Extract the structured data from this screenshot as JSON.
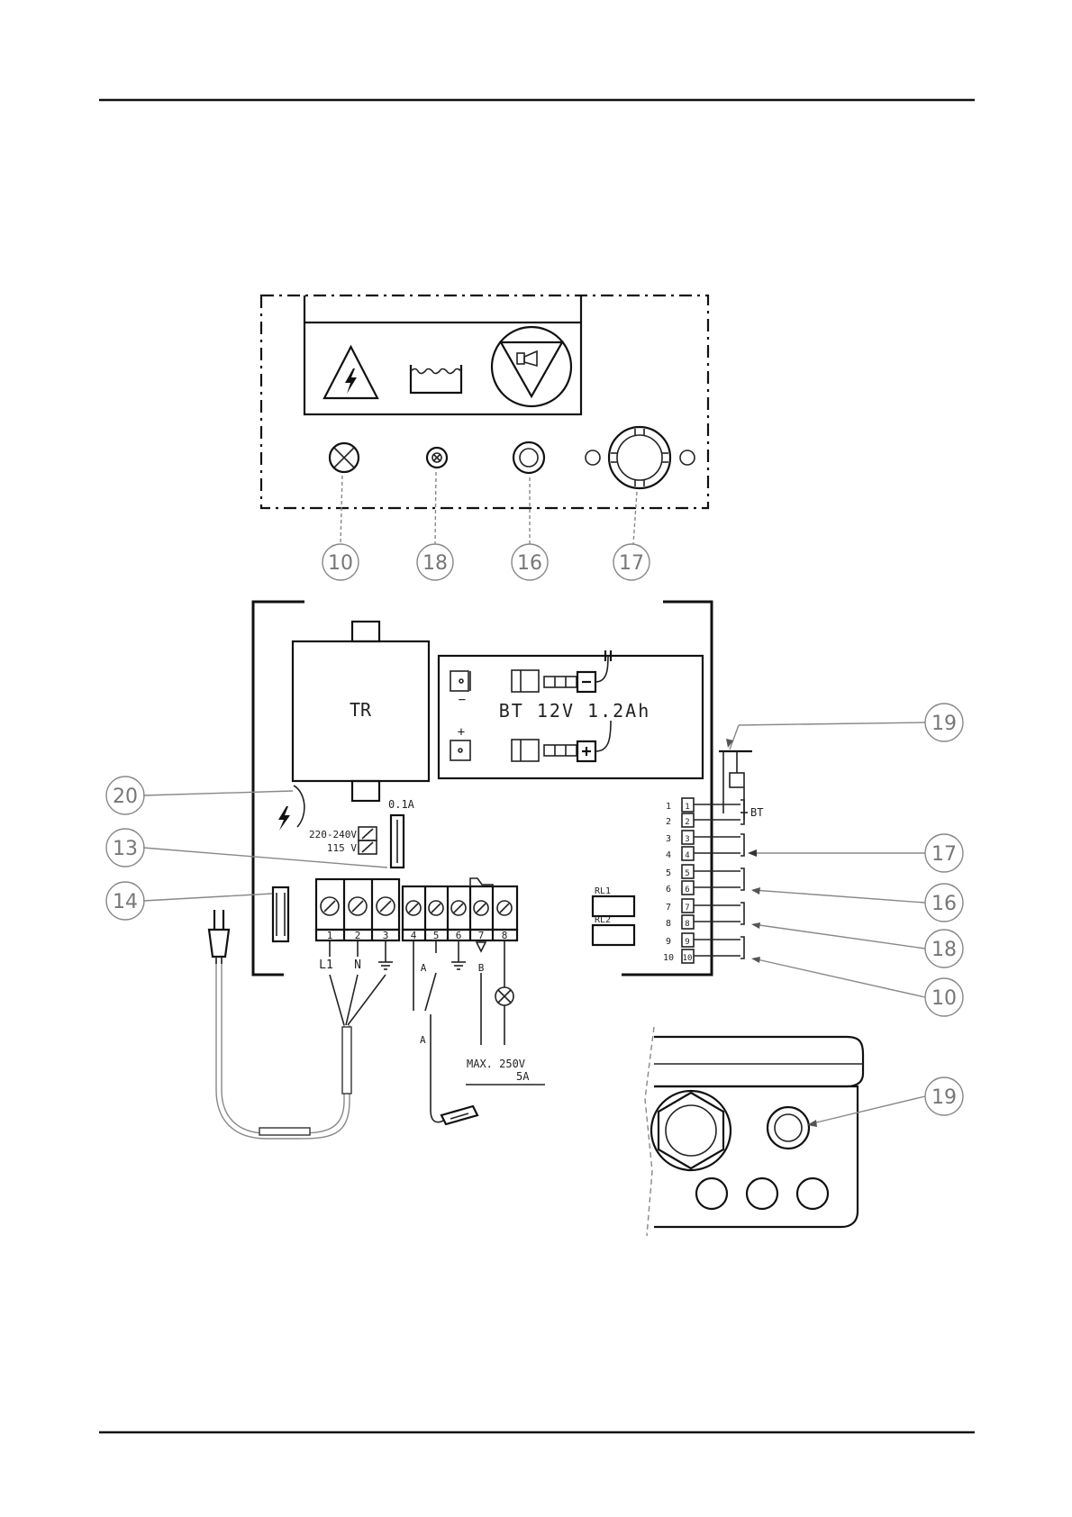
{
  "top_panel": {
    "callouts": [
      "10",
      "18",
      "16",
      "17"
    ]
  },
  "board": {
    "transformer_label": "TR",
    "battery_label": "BT 12V 1.2Ah",
    "battery_minus": "−",
    "battery_plus": "+",
    "fuse_rating": "0.1A",
    "voltage_high": "220-240V",
    "voltage_low": "115 V",
    "relay1": "RL1",
    "relay2": "RL2",
    "mains_terminal_numbers": [
      "1",
      "2",
      "3"
    ],
    "output_terminal_numbers": [
      "4",
      "5",
      "6",
      "7",
      "8"
    ],
    "mains_labels": [
      "L1",
      "N"
    ],
    "output_labels": [
      "A",
      "B"
    ],
    "cable_label": "A",
    "max_rating_line1": "MAX. 250V",
    "max_rating_line2": "5A",
    "input_terminals": [
      "1",
      "2",
      "3",
      "4",
      "5",
      "6",
      "7",
      "8",
      "9",
      "10"
    ],
    "bt_group_label": "BT",
    "callouts": {
      "c19": "19",
      "c20": "20",
      "c13": "13",
      "c14": "14",
      "c17": "17",
      "c16": "16",
      "c18": "18",
      "c10": "10"
    }
  },
  "enclosure": {
    "callout": "19"
  }
}
